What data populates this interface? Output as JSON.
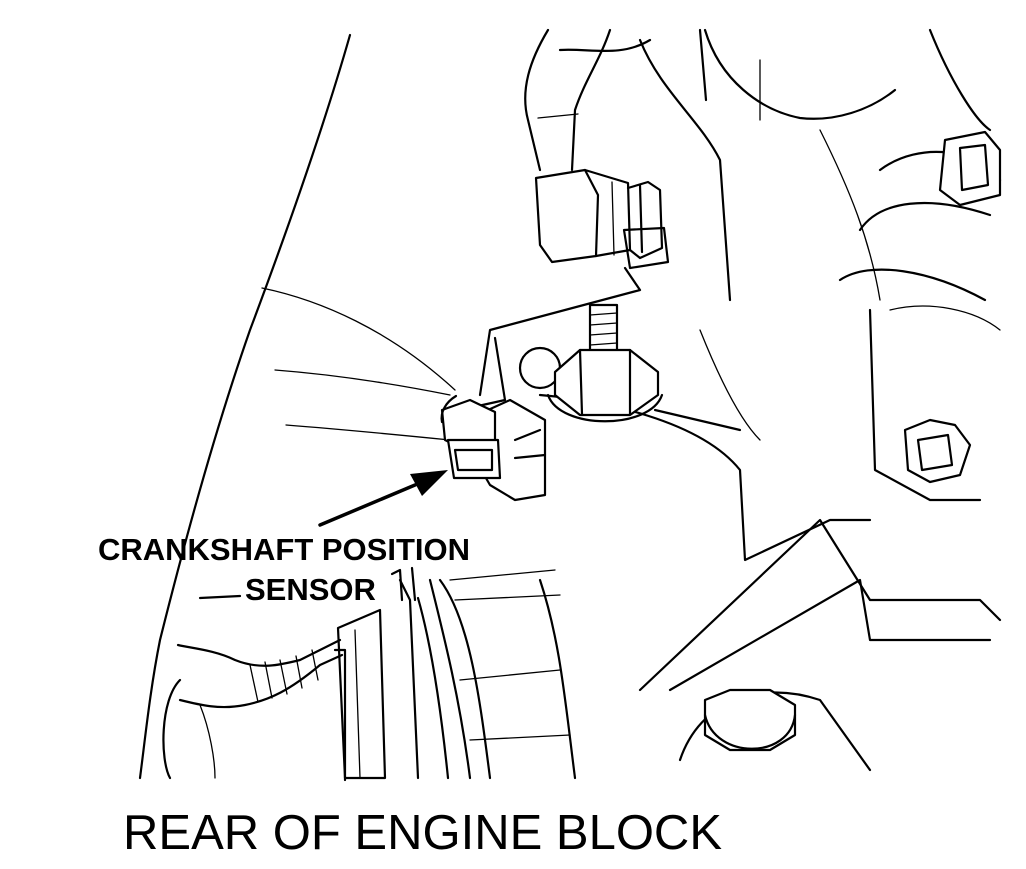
{
  "callout": {
    "line1": "CRANKSHAFT POSITION",
    "line2": "SENSOR"
  },
  "caption": "REAR OF ENGINE BLOCK",
  "colors": {
    "ink": "#000000",
    "paper": "#ffffff"
  }
}
